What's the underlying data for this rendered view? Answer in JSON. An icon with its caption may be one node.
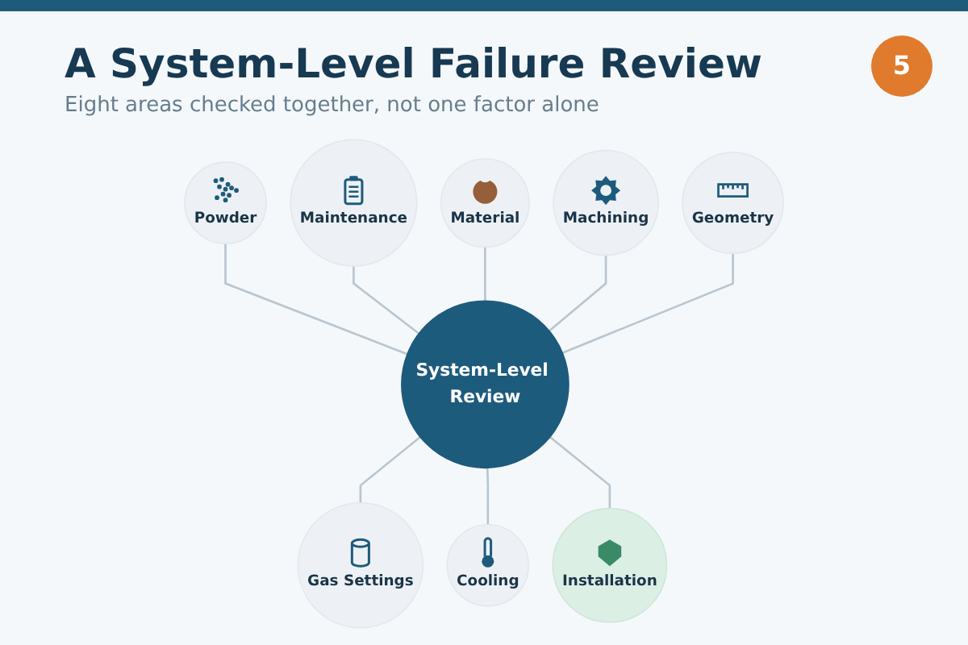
{
  "diagram": {
    "title": "A System-Level Failure Review",
    "nodes": [
      {
        "text": [
          "Material"
        ]
      },
      {
        "text": [
          "Maintenance"
        ]
      },
      {
        "text": [
          "Machining"
        ]
      },
      {
        "text": [
          "Powder"
        ]
      },
      {
        "text": [
          "System-Level Review"
        ]
      },
      {
        "text": [
          "Geometry"
        ]
      },
      {
        "text": [
          "Gas Settings"
        ]
      },
      {
        "text": [
          "Installation"
        ]
      },
      {
        "text": [
          "Cooling"
        ]
      }
    ],
    "edges": [
      {
        "from": 3,
        "to": 4,
        "arrow": "none"
      },
      {
        "from": 1,
        "to": 4,
        "arrow": "none"
      },
      {
        "from": 0,
        "to": 4,
        "arrow": "none"
      },
      {
        "from": 2,
        "to": 4,
        "arrow": "none"
      },
      {
        "from": 5,
        "to": 4,
        "arrow": "none"
      },
      {
        "from": 4,
        "to": 6,
        "arrow": "none"
      },
      {
        "from": 4,
        "to": 8,
        "arrow": "none"
      },
      {
        "from": 4,
        "to": 7,
        "arrow": "none"
      }
    ],
    "labels": [
      "Eight areas checked together, not one factor alone",
      "5"
    ]
  }
}
